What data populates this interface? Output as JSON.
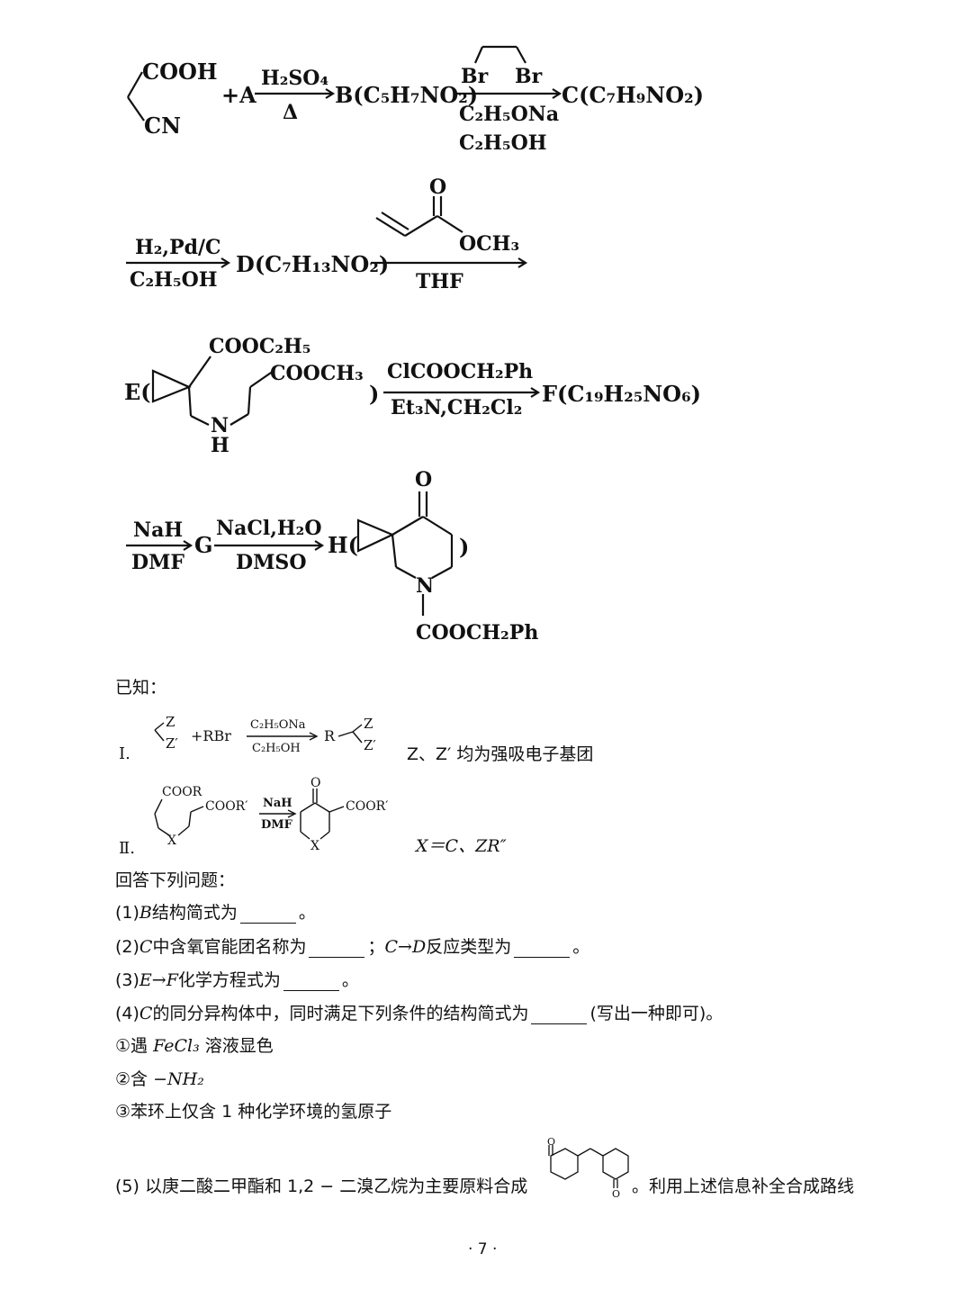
{
  "scheme": {
    "row1": {
      "r1_top": "COOH",
      "r1_bot": "CN",
      "plus_a": "+A",
      "arrow1_top": "H₂SO₄",
      "arrow1_bot": "Δ",
      "B": "B(C₅H₇NO₂)",
      "br_left": "Br",
      "br_right": "Br",
      "arrow2_bot1": "C₂H₅ONa",
      "arrow2_bot2": "C₂H₅OH",
      "C": "C(C₇H₉NO₂)"
    },
    "row2": {
      "arrow_top": "H₂,Pd/C",
      "arrow_bot": "C₂H₅OH",
      "D": "D(C₇H₁₃NO₂)",
      "ester_o": "O",
      "ester_och3": "OCH₃",
      "thf": "THF"
    },
    "row3": {
      "E_label": "E(",
      "cooc2h5": "COOC₂H₅",
      "cooch3": "COOCH₃",
      "nh_n": "N",
      "nh_h": "H",
      "close": ")",
      "arrow_top": "ClCOOCH₂Ph",
      "arrow_bot": "Et₃N,CH₂Cl₂",
      "F": "F(C₁₉H₂₅NO₆)"
    },
    "row4": {
      "arrow1_top": "NaH",
      "arrow1_bot": "DMF",
      "G": "G",
      "arrow2_top": "NaCl,H₂O",
      "arrow2_bot": "DMSO",
      "H_label": "H(",
      "ketone_o": "O",
      "ring_n": "N",
      "close": ")",
      "cbz": "COOCH₂Ph"
    }
  },
  "known": {
    "heading": "已知：",
    "item1": {
      "numeral": "Ⅰ.",
      "z": "Z",
      "zp": "Z′",
      "plus_rbr": "+RBr",
      "arrow_top": "C₂H₅ONa",
      "arrow_bot": "C₂H₅OH",
      "r": "R",
      "note": "Z、Z′ 均为强吸电子基团"
    },
    "item2": {
      "numeral": "Ⅱ.",
      "coor": "COOR",
      "coorp": "COOR′",
      "x": "X",
      "arrow_top": "NaH",
      "arrow_bot": "DMF",
      "o": "O",
      "prod_coorp": "COOR′",
      "prod_x": "X",
      "note": "X＝C、ZR″"
    }
  },
  "questions": {
    "heading": "回答下列问题：",
    "q1": [
      "(1)",
      "B",
      "结构简式为",
      "。"
    ],
    "q2": [
      "(2)",
      "C",
      "中含氧官能团名称为",
      "；",
      "C→D",
      "反应类型为",
      "。"
    ],
    "q3": [
      "(3)",
      "E→F",
      "化学方程式为",
      "。"
    ],
    "q4": [
      "(4)",
      "C",
      "的同分异构体中，同时满足下列条件的结构简式为",
      "(写出一种即可)。"
    ],
    "c1": [
      "①遇 ",
      "FeCl₃",
      " 溶液显色"
    ],
    "c2": [
      "②含 ",
      "−NH₂"
    ],
    "c3": "③苯环上仅含 1 种化学环境的氢原子",
    "q5_pre": "(5) 以庚二酸二甲酯和 1,2 − 二溴乙烷为主要原料合成",
    "q5_o1": "O",
    "q5_o2": "O",
    "q5_post": "。利用上述信息补全合成路线"
  },
  "page_number": "· 7 ·"
}
